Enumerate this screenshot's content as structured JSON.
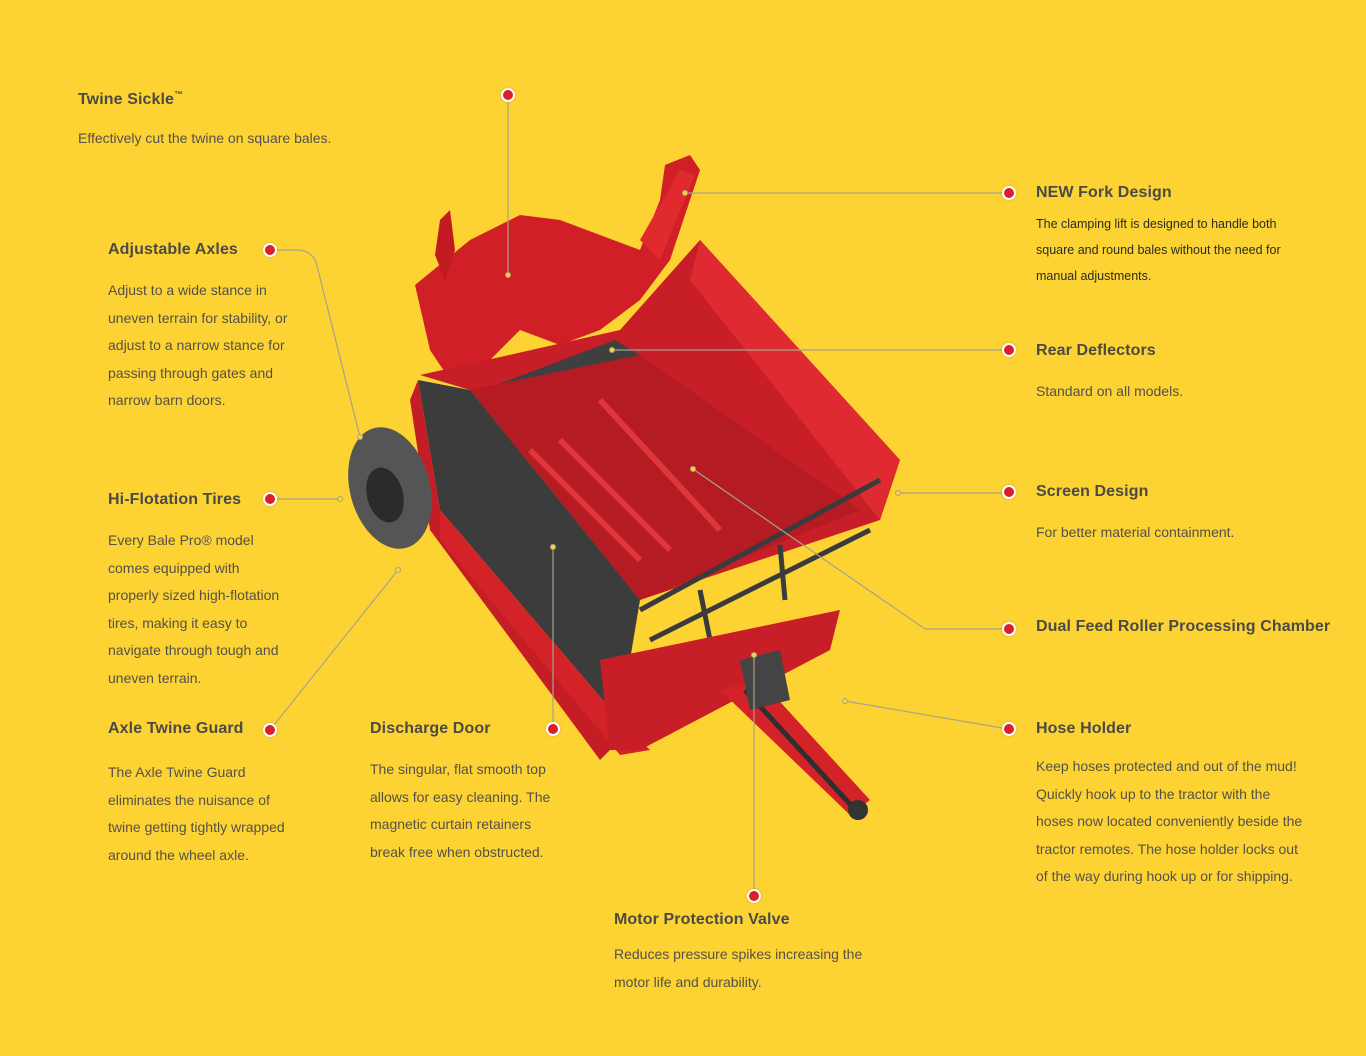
{
  "page": {
    "background_color": "#fdd333",
    "accent_color": "#d9202a",
    "line_color": "#a9a28a",
    "product_image": "red-bale-processor-illustration"
  },
  "features": {
    "twine_sickle": {
      "title": "Twine Sickle",
      "title_mark": "™",
      "description": "Effectively cut the twine on square bales."
    },
    "adjustable_axles": {
      "title": "Adjustable Axles",
      "lines": [
        "Adjust to a wide stance in",
        "uneven terrain for stability, or",
        "adjust to a narrow stance for",
        "passing through gates and",
        "narrow barn doors."
      ]
    },
    "hi_flotation_tires": {
      "title": "Hi-Flotation Tires",
      "lines": [
        "Every Bale Pro® model",
        "comes equipped with",
        "properly sized high-flotation",
        "tires, making it easy to",
        "navigate through tough and",
        "uneven terrain."
      ]
    },
    "axle_twine_guard": {
      "title": "Axle Twine Guard",
      "lines": [
        "The Axle Twine Guard",
        "eliminates the nuisance of",
        "twine getting tightly wrapped",
        "around the wheel axle."
      ]
    },
    "discharge_door": {
      "title": "Discharge Door",
      "lines": [
        "The singular, flat smooth top",
        "allows for easy cleaning. The",
        "magnetic curtain retainers",
        "break free when obstructed."
      ]
    },
    "motor_protection_valve": {
      "title": "Motor Protection Valve",
      "lines": [
        "Reduces pressure spikes increasing the",
        "motor life and durability."
      ]
    },
    "new_fork_design": {
      "title": "NEW Fork Design",
      "lines": [
        "The clamping lift is designed to handle both",
        "square and round bales without the need for",
        "manual adjustments."
      ]
    },
    "rear_deflectors": {
      "title": "Rear Deflectors",
      "description": "Standard on all models."
    },
    "screen_design": {
      "title": "Screen Design",
      "description": "For better material containment."
    },
    "dual_feed_roller": {
      "title": "Dual Feed Roller Processing Chamber"
    },
    "hose_holder": {
      "title": "Hose Holder",
      "lines": [
        "Keep hoses protected and out of the mud!",
        "Quickly hook up to the tractor with the",
        "hoses now located conveniently beside the",
        "tractor remotes. The hose holder locks out",
        "of the way during hook up or for shipping."
      ]
    }
  }
}
